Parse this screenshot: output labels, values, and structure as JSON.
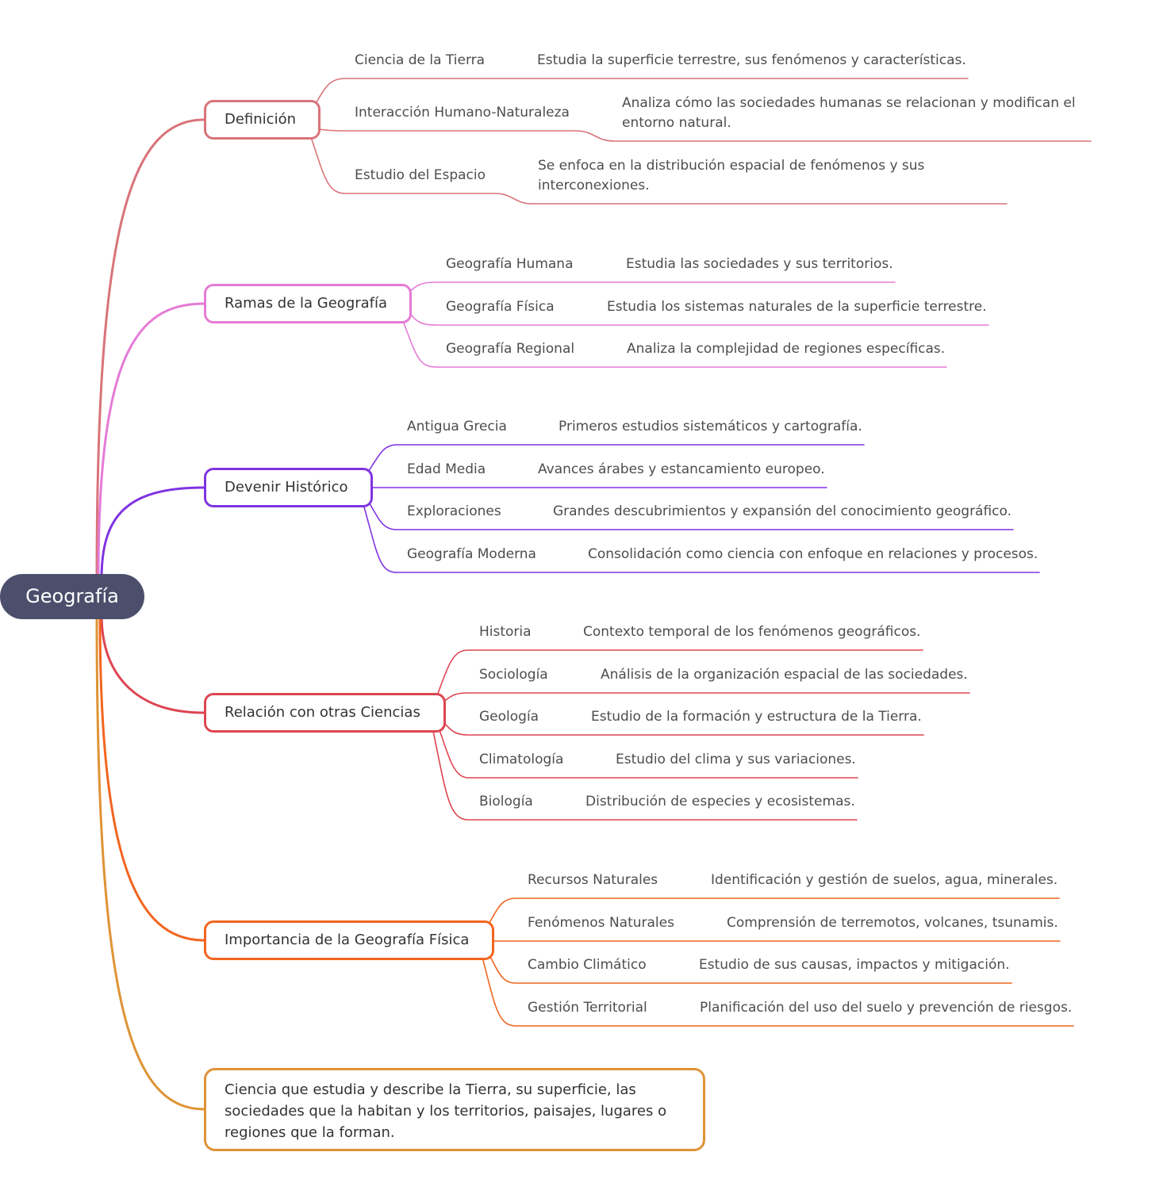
{
  "root": {
    "label": "Geografía",
    "color": "#4b4f6b"
  },
  "branches": [
    {
      "label": "Definición",
      "color": "#d9737a",
      "items": [
        {
          "label": "Ciencia de la Tierra",
          "detail": "Estudia la superficie terrestre, sus fenómenos y características."
        },
        {
          "label": "Interacción Humano-Naturaleza",
          "detail": "Analiza cómo las sociedades humanas se relacionan y modifican el entorno natural."
        },
        {
          "label": "Estudio del Espacio",
          "detail": "Se enfoca en la distribución espacial de fenómenos y sus interconexiones."
        }
      ]
    },
    {
      "label": "Ramas de la Geografía",
      "color": "#e57bd6",
      "items": [
        {
          "label": "Geografía Humana",
          "detail": "Estudia las sociedades y sus territorios."
        },
        {
          "label": "Geografía Física",
          "detail": "Estudia los sistemas naturales de la superficie terrestre."
        },
        {
          "label": "Geografía Regional",
          "detail": "Analiza la complejidad de regiones específicas."
        }
      ]
    },
    {
      "label": "Devenir Histórico",
      "color": "#8034e2",
      "items": [
        {
          "label": "Antigua Grecia",
          "detail": "Primeros estudios sistemáticos y cartografía."
        },
        {
          "label": "Edad Media",
          "detail": "Avances árabes y estancamiento europeo."
        },
        {
          "label": "Exploraciones",
          "detail": "Grandes descubrimientos y expansión del conocimiento geográfico."
        },
        {
          "label": "Geografía Moderna",
          "detail": "Consolidación como ciencia con enfoque en relaciones y procesos."
        }
      ]
    },
    {
      "label": "Relación con otras Ciencias",
      "color": "#dd4552",
      "items": [
        {
          "label": "Historia",
          "detail": "Contexto temporal de los fenómenos geográficos."
        },
        {
          "label": "Sociología",
          "detail": "Análisis de la organización espacial de las sociedades."
        },
        {
          "label": "Geología",
          "detail": "Estudio de la formación y estructura de la Tierra."
        },
        {
          "label": "Climatología",
          "detail": "Estudio del clima y sus variaciones."
        },
        {
          "label": "Biología",
          "detail": "Distribución de especies y ecosistemas."
        }
      ]
    },
    {
      "label": "Importancia de la Geografía Física",
      "color": "#f2651f",
      "items": [
        {
          "label": "Recursos Naturales",
          "detail": "Identificación y gestión de suelos, agua, minerales."
        },
        {
          "label": "Fenómenos Naturales",
          "detail": "Comprensión de terremotos, volcanes, tsunamis."
        },
        {
          "label": "Cambio Climático",
          "detail": "Estudio de sus causas, impactos y mitigación."
        },
        {
          "label": "Gestión Territorial",
          "detail": "Planificación del uso del suelo y prevención de riesgos."
        }
      ]
    }
  ],
  "summary": {
    "text": "Ciencia que estudia y describe la Tierra, su superficie, las sociedades que la habitan y los territorios, paisajes, lugares o regiones que la forman.",
    "color": "#df9335"
  }
}
